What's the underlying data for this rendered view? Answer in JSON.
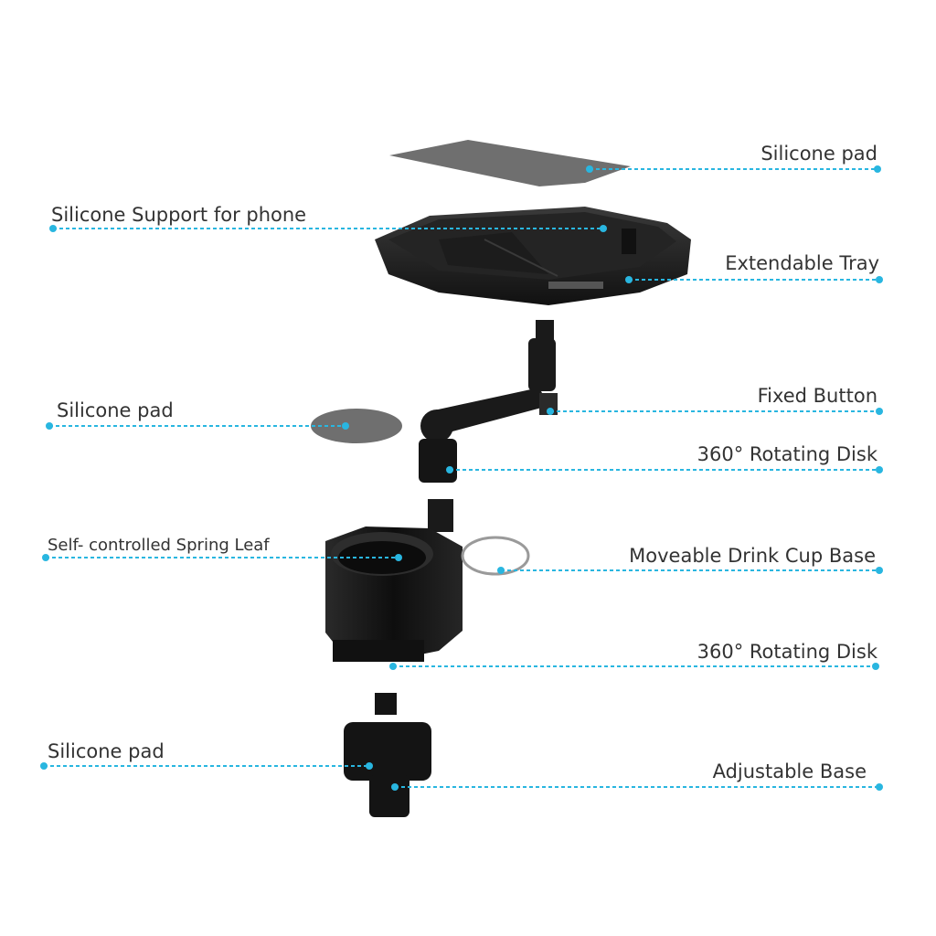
{
  "labels": {
    "silicone_pad_top": "Silicone pad",
    "silicone_support_phone": "Silicone Support for phone",
    "extendable_tray": "Extendable Tray",
    "silicone_pad_left": "Silicone pad",
    "fixed_button": "Fixed Button",
    "rotating_disk_upper": "360° Rotating Disk",
    "spring_leaf": "Self- controlled Spring Leaf",
    "moveable_drink_cup_base": "Moveable Drink Cup Base",
    "rotating_disk_lower": "360° Rotating Disk",
    "silicone_pad_bottom": "Silicone pad",
    "adjustable_base": "Adjustable Base"
  },
  "colors": {
    "leader_line": "#29b6e0",
    "label_text": "#333333",
    "part_dark": "#1a1a1a",
    "pad_gray": "#6f6f6f"
  }
}
